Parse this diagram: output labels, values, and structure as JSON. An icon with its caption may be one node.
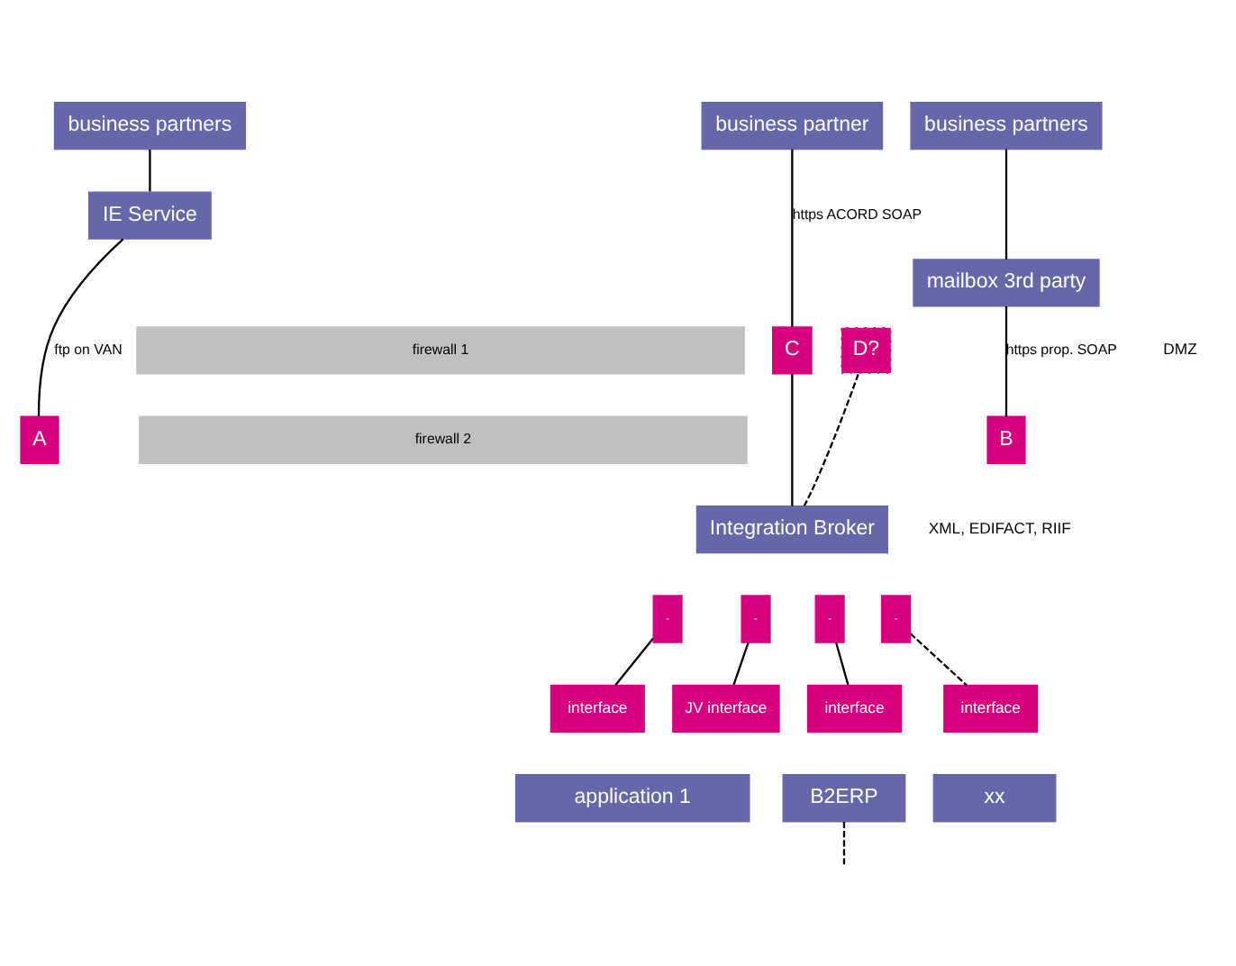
{
  "diagram": {
    "nodes": [
      {
        "text": [
          "business partners"
        ]
      },
      {
        "text": [
          "business partners"
        ]
      },
      {
        "text": [
          "business partner"
        ]
      },
      {
        "text": [
          "IE Service"
        ]
      },
      {
        "text": [
          "mailbox 3rd party"
        ]
      },
      {
        "text": [
          "A"
        ]
      },
      {
        "text": [
          "B"
        ]
      },
      {
        "text": [
          "C"
        ]
      },
      {
        "text": [
          "D?"
        ]
      },
      {
        "text": [
          "Integration Broker"
        ]
      },
      {
        "text": [
          "-"
        ]
      },
      {
        "text": [
          "-"
        ]
      },
      {
        "text": [
          "-"
        ]
      },
      {
        "text": [
          "-"
        ]
      },
      {
        "text": [
          "interface"
        ]
      },
      {
        "text": [
          "JV interface"
        ]
      },
      {
        "text": [
          "interface"
        ]
      },
      {
        "text": [
          "B2ERP"
        ]
      },
      {
        "text": [
          "interface"
        ]
      },
      {
        "text": [
          "xx"
        ]
      },
      {
        "text": [
          "application 1"
        ]
      },
      {
        "text": [
          "firewall 1"
        ]
      },
      {
        "text": [
          "firewall 2"
        ]
      }
    ],
    "edges": [
      {
        "from": 0,
        "to": 3,
        "arrow": "none"
      },
      {
        "from": 1,
        "to": 4,
        "arrow": "none"
      },
      {
        "from": 2,
        "to": 7,
        "arrow": "none",
        "label": "https ACORD SOAP"
      },
      {
        "from": 3,
        "to": 5,
        "arrow": "none",
        "label": "ftp on VAN"
      },
      {
        "from": 4,
        "to": 6,
        "arrow": "none",
        "label": "https prop. SOAP"
      },
      {
        "from": 7,
        "to": 9,
        "arrow": "none"
      },
      {
        "from": 8,
        "to": 9,
        "arrow": "none",
        "style": "dashed"
      },
      {
        "from": 10,
        "to": 14,
        "arrow": "none"
      },
      {
        "from": 11,
        "to": 15,
        "arrow": "none"
      },
      {
        "from": 12,
        "to": 16,
        "arrow": "none"
      },
      {
        "from": 13,
        "to": 18,
        "arrow": "none",
        "style": "dashed"
      },
      {
        "from": 17,
        "to": null,
        "arrow": "none",
        "style": "dashed"
      }
    ],
    "labels": [
      "DMZ",
      "XML, EDIFACT, RIIF"
    ]
  }
}
